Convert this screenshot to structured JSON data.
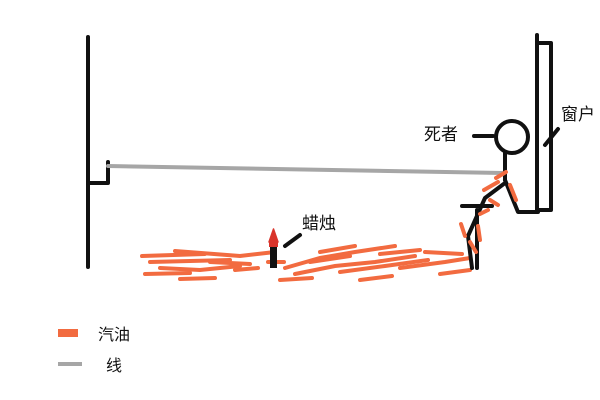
{
  "labels": {
    "deceased": "死者",
    "window": "窗户",
    "candle": "蜡烛"
  },
  "legend": [
    {
      "label": "汽油",
      "color": "#f26b40"
    },
    {
      "label": "线",
      "color": "#a6a6a6"
    }
  ],
  "colors": {
    "line": "#111111",
    "gasoline": "#f26b40",
    "string": "#a6a6a6",
    "flame": "#d9342b"
  }
}
